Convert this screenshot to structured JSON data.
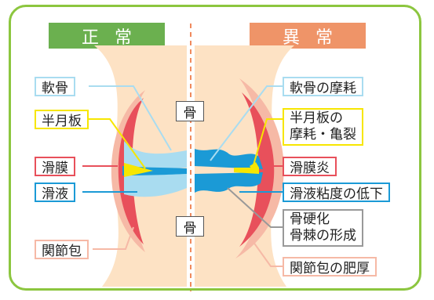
{
  "headers": {
    "normal": "正常",
    "abnormal": "異常"
  },
  "bone_labels": {
    "upper": "骨",
    "lower": "骨"
  },
  "left_labels": {
    "cartilage": "軟骨",
    "meniscus": "半月板",
    "synovium": "滑膜",
    "synovial_fluid": "滑液",
    "joint_capsule": "関節包"
  },
  "right_labels": {
    "cartilage_wear": "軟骨の摩耗",
    "meniscus_line1": "半月板の",
    "meniscus_line2": "摩耗・亀裂",
    "synovitis": "滑膜炎",
    "fluid_viscosity": "滑液粘度の低下",
    "bone_line1": "骨硬化",
    "bone_line2": "骨棘の形成",
    "capsule_thickening": "関節包の肥厚"
  },
  "colors": {
    "frame": "#8cc63f",
    "header_normal": "#6bb04f",
    "header_abnormal": "#ef9468",
    "cartilage": "#a9dcf0",
    "fluid": "#1b9ad6",
    "meniscus": "#f7e600",
    "synovium": "#e8505b",
    "capsule": "#f6b9a6",
    "bone": "#fde2c4",
    "divider": "#f08a5d"
  }
}
